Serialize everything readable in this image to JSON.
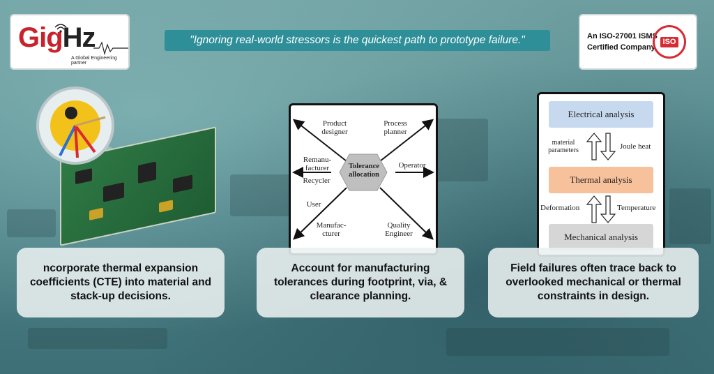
{
  "logo": {
    "brand_red": "Gig",
    "brand_dark": "Hz",
    "tagline": "A Global Engineering partner",
    "brand_color": "#c8232c"
  },
  "quote": "\"Ignoring real-world stressors is the quickest path to prototype failure.\"",
  "certification": {
    "text": "An ISO-27001 ISMS Certified Company",
    "seal_label": "ISO",
    "seal_color": "#d62b33"
  },
  "tolerance_diagram": {
    "center": "Tolerance allocation",
    "nodes": [
      "Product designer",
      "Process planner",
      "Remanu-facturer",
      "Operator",
      "Recycler",
      "User",
      "Manufac-cturer",
      "Quality Engineer"
    ]
  },
  "analysis_diagram": {
    "electrical": "Electrical analysis",
    "thermal": "Thermal analysis",
    "mechanical": "Mechanical analysis",
    "up1": "material parameters",
    "down1": "Joule heat",
    "up2": "Deformation",
    "down2": "Temperature"
  },
  "cards": [
    "ncorporate thermal expansion coefficients (CTE) into material and stack-up decisions.",
    "Account for manufacturing tolerances during footprint, via, & clearance planning.",
    "Field failures often trace back to overlooked mechanical or thermal constraints in design."
  ]
}
